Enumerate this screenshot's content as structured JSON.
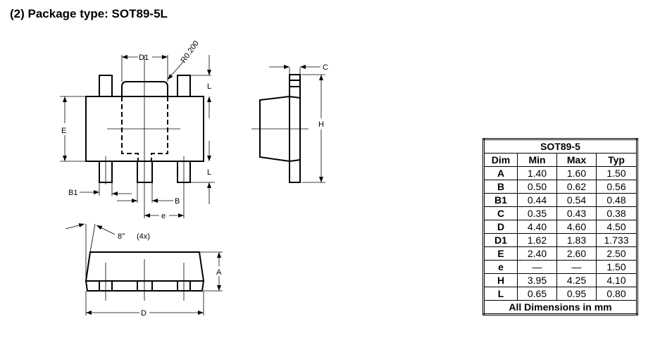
{
  "title": "(2) Package type: SOT89-5L",
  "drawing": {
    "labels": {
      "D1": "D1",
      "R": "R0.200",
      "L": "L",
      "E": "E",
      "B1": "B1",
      "B": "B",
      "e": "e",
      "C": "C",
      "H": "H",
      "angle": "8°",
      "angle_count": "(4x)",
      "A": "A",
      "D": "D"
    }
  },
  "table": {
    "title": "SOT89-5",
    "headers": [
      "Dim",
      "Min",
      "Max",
      "Typ"
    ],
    "rows": [
      [
        "A",
        "1.40",
        "1.60",
        "1.50"
      ],
      [
        "B",
        "0.50",
        "0.62",
        "0.56"
      ],
      [
        "B1",
        "0.44",
        "0.54",
        "0.48"
      ],
      [
        "C",
        "0.35",
        "0.43",
        "0.38"
      ],
      [
        "D",
        "4.40",
        "4.60",
        "4.50"
      ],
      [
        "D1",
        "1.62",
        "1.83",
        "1.733"
      ],
      [
        "E",
        "2.40",
        "2.60",
        "2.50"
      ],
      [
        "e",
        "—",
        "—",
        "1.50"
      ],
      [
        "H",
        "3.95",
        "4.25",
        "4.10"
      ],
      [
        "L",
        "0.65",
        "0.95",
        "0.80"
      ]
    ],
    "footer": "All Dimensions in mm"
  }
}
